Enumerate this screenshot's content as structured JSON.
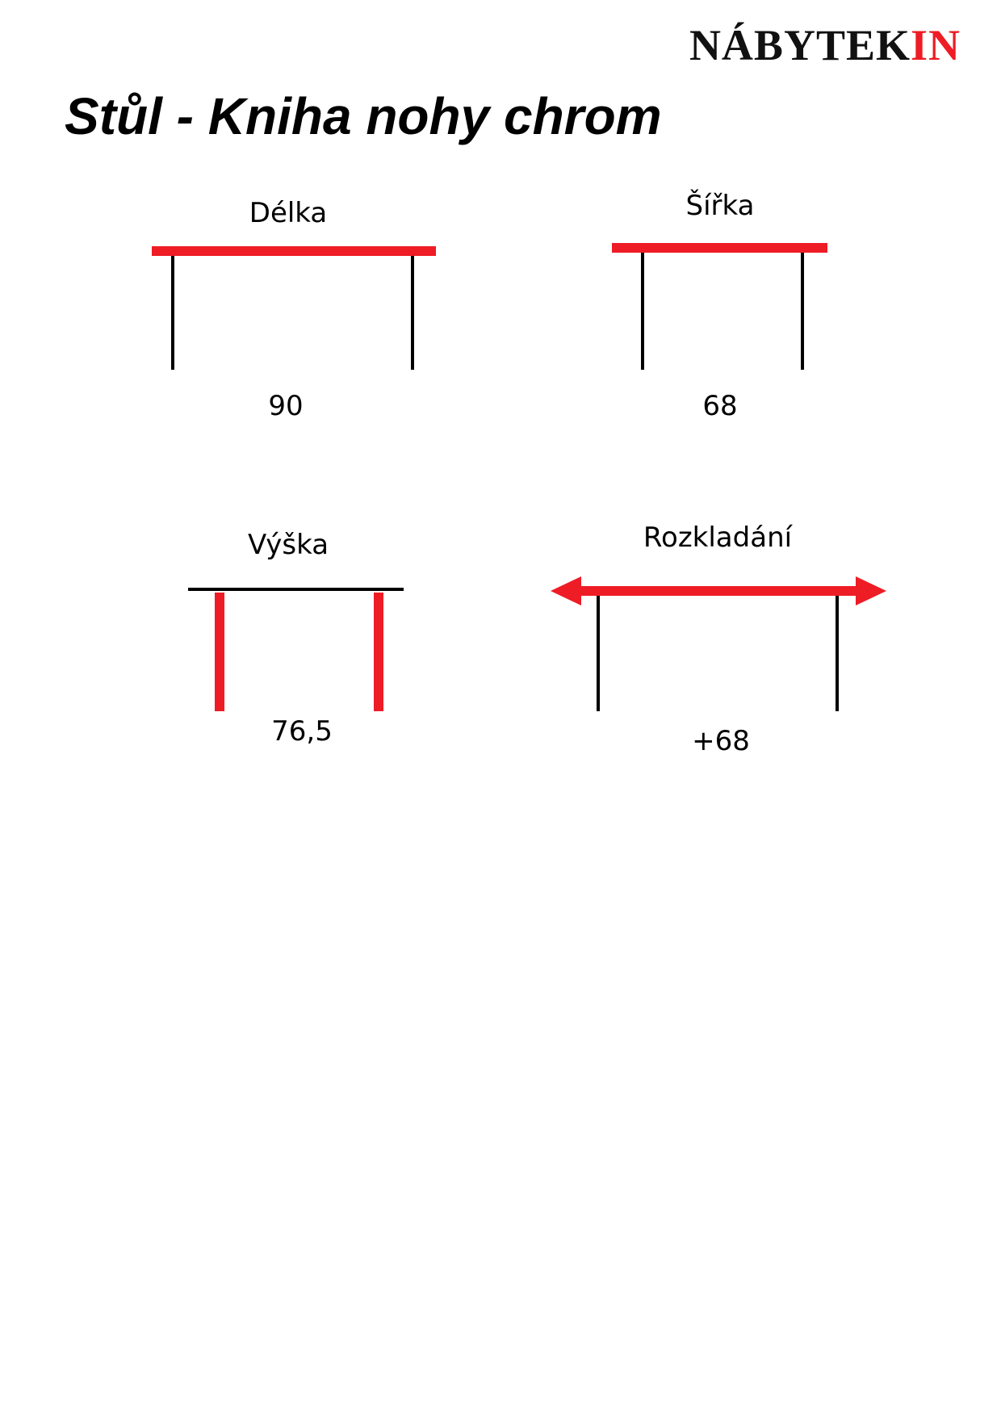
{
  "header": {
    "logo_main": "NÁBYTEK",
    "logo_accent": "IN",
    "colors": {
      "accent": "#ee1c25",
      "dark": "#111111"
    }
  },
  "title": "Stůl - Kniha nohy chrom",
  "dimensions": [
    {
      "label": "Délka",
      "value": "90"
    },
    {
      "label": "Šířka",
      "value": "68"
    },
    {
      "label": "Výška",
      "value": "76,5"
    },
    {
      "label": "Rozkladání",
      "value": "+68"
    }
  ],
  "highlight_color": "#ee1c25",
  "line_color": "#000000"
}
